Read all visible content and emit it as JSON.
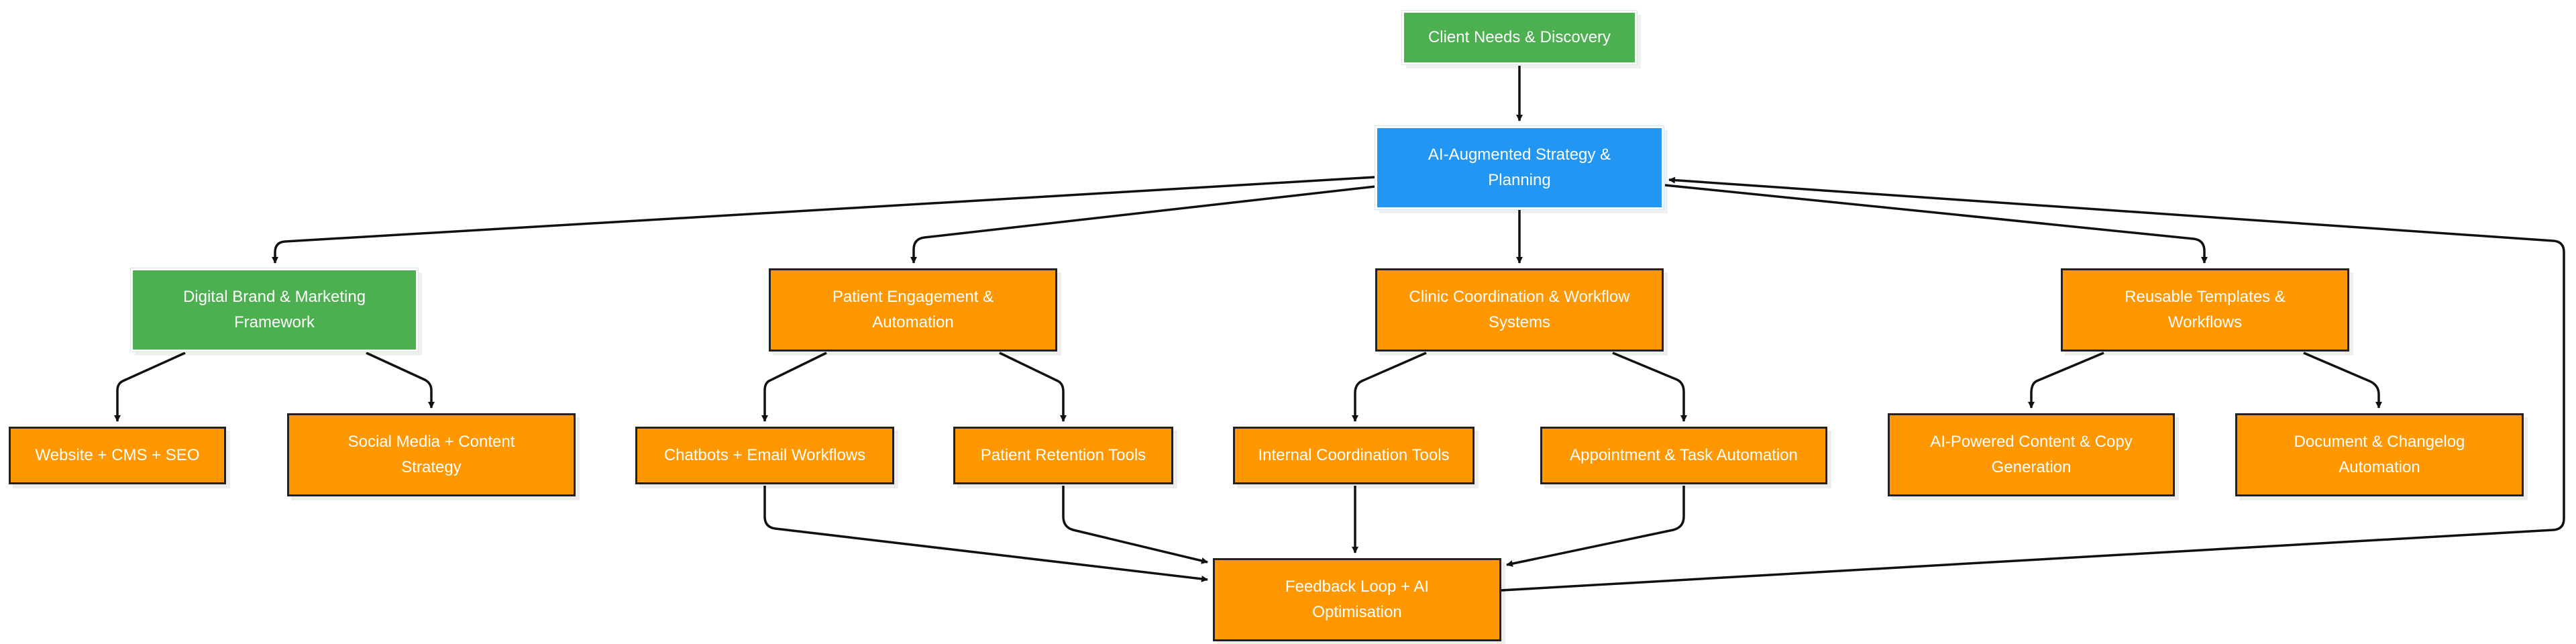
{
  "diagram": {
    "type": "flowchart",
    "colors": {
      "green": "#4caf50",
      "blue": "#2196f3",
      "orange": "#ff9800",
      "edge": "#111111"
    },
    "nodes": {
      "client": "Client Needs & Discovery",
      "strategy": [
        "AI-Augmented Strategy &",
        "Planning"
      ],
      "brand": [
        "Digital Brand & Marketing",
        "Framework"
      ],
      "engagement": [
        "Patient Engagement &",
        "Automation"
      ],
      "clinic": [
        "Clinic Coordination & Workflow",
        "Systems"
      ],
      "templates": [
        "Reusable Templates &",
        "Workflows"
      ],
      "website": "Website + CMS + SEO",
      "social": [
        "Social Media + Content",
        "Strategy"
      ],
      "chatbots": "Chatbots + Email Workflows",
      "retention": "Patient Retention Tools",
      "internal": "Internal Coordination Tools",
      "appointment": "Appointment & Task Automation",
      "aicontent": [
        "AI-Powered Content & Copy",
        "Generation"
      ],
      "document": [
        "Document & Changelog",
        "Automation"
      ],
      "feedback": [
        "Feedback Loop + AI",
        "Optimisation"
      ]
    },
    "edges": [
      {
        "from": "client",
        "to": "strategy"
      },
      {
        "from": "strategy",
        "to": "brand"
      },
      {
        "from": "strategy",
        "to": "engagement"
      },
      {
        "from": "strategy",
        "to": "clinic"
      },
      {
        "from": "strategy",
        "to": "templates"
      },
      {
        "from": "brand",
        "to": "website"
      },
      {
        "from": "brand",
        "to": "social"
      },
      {
        "from": "engagement",
        "to": "chatbots"
      },
      {
        "from": "engagement",
        "to": "retention"
      },
      {
        "from": "clinic",
        "to": "internal"
      },
      {
        "from": "clinic",
        "to": "appointment"
      },
      {
        "from": "templates",
        "to": "aicontent"
      },
      {
        "from": "templates",
        "to": "document"
      },
      {
        "from": "chatbots",
        "to": "feedback"
      },
      {
        "from": "retention",
        "to": "feedback"
      },
      {
        "from": "internal",
        "to": "feedback"
      },
      {
        "from": "appointment",
        "to": "feedback"
      },
      {
        "from": "feedback",
        "to": "strategy"
      }
    ]
  }
}
